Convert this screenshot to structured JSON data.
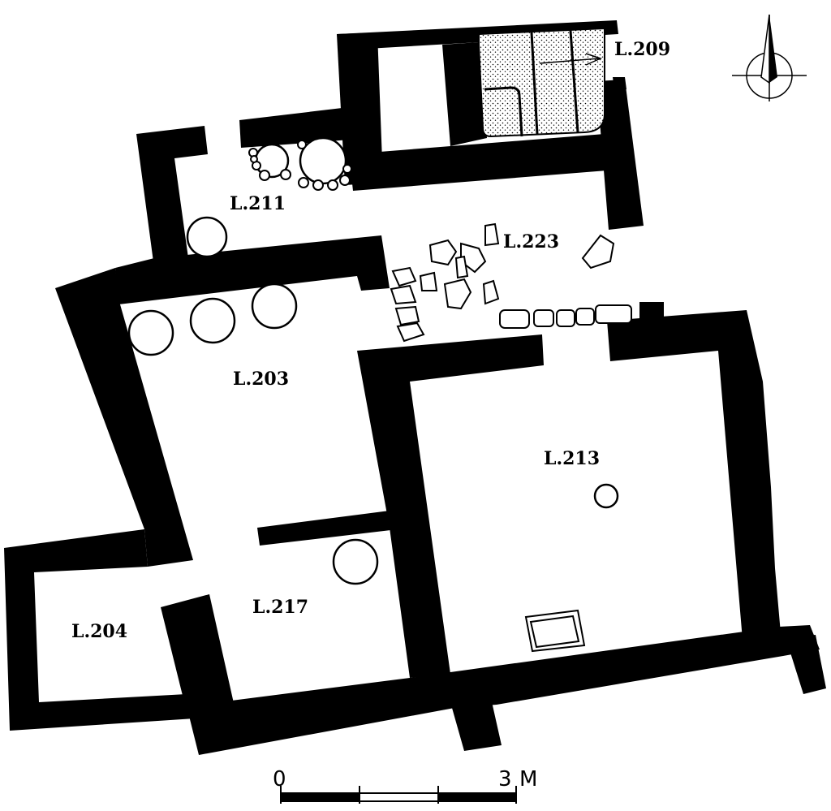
{
  "loci": {
    "l209": "L.209",
    "l211": "L.211",
    "l223": "L.223",
    "l203": "L.203",
    "l213": "L.213",
    "l217": "L.217",
    "l204": "L.204"
  },
  "scale_bar": {
    "start": "0",
    "end": "3",
    "unit": "M"
  },
  "north_arrow": {
    "icon": "north-arrow-icon"
  },
  "colors": {
    "wall": "#000000",
    "background": "#ffffff",
    "plaster": "#d9d9d9"
  }
}
